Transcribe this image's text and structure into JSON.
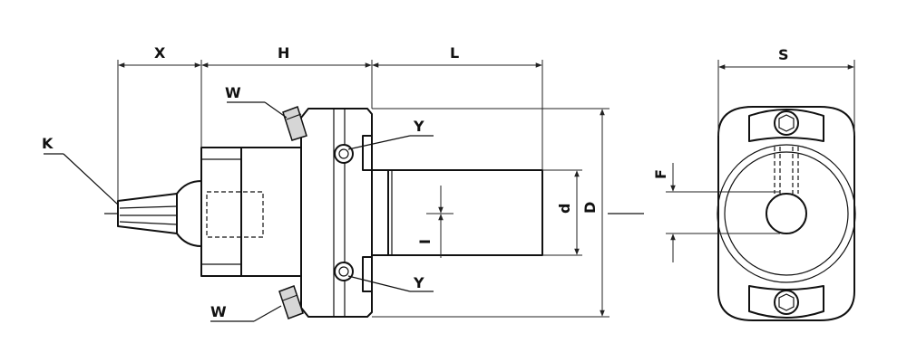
{
  "labels": {
    "x": "X",
    "h": "H",
    "l": "L",
    "s": "S",
    "w_top": "W",
    "w_bottom": "W",
    "k": "K",
    "y_top": "Y",
    "y_bottom": "Y",
    "d": "d",
    "D": "D",
    "i": "I",
    "f": "F"
  },
  "colors": {
    "line": "#111111",
    "shade": "#d6d6d6",
    "background": "#ffffff"
  }
}
